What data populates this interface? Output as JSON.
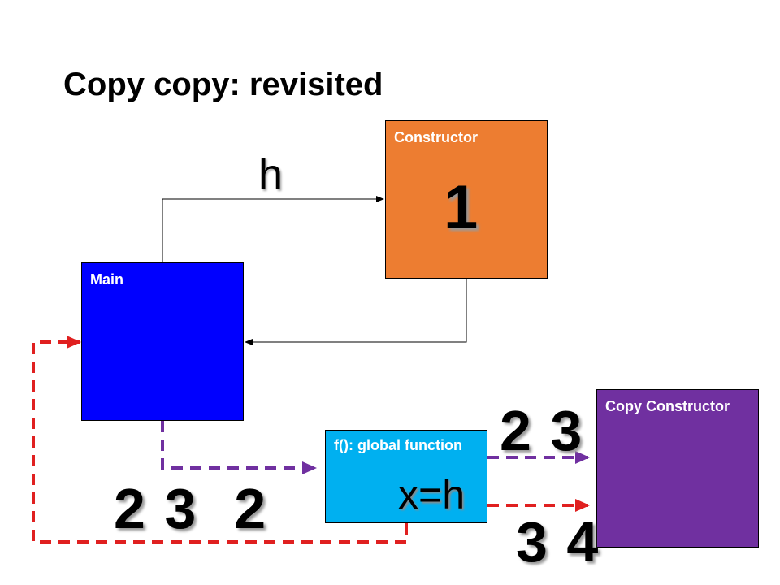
{
  "title": "Copy copy: revisited",
  "boxes": {
    "main": {
      "label": "Main",
      "color": "#0000ff"
    },
    "constructor": {
      "label": "Constructor",
      "number": "1",
      "color": "#ed7d31"
    },
    "copy_constructor": {
      "label": "Copy Constructor",
      "color": "#7030a0"
    },
    "function": {
      "label": "f(): global function",
      "expression": "x=h",
      "color": "#00b0f0"
    }
  },
  "edge_labels": {
    "h": "h",
    "upper_copy": "2 3",
    "lower_copy": "3 4",
    "return": "2 3  2"
  },
  "colors": {
    "solid_arrow": "#000000",
    "purple_dashed": "#7030a0",
    "red_dashed": "#e02020"
  }
}
